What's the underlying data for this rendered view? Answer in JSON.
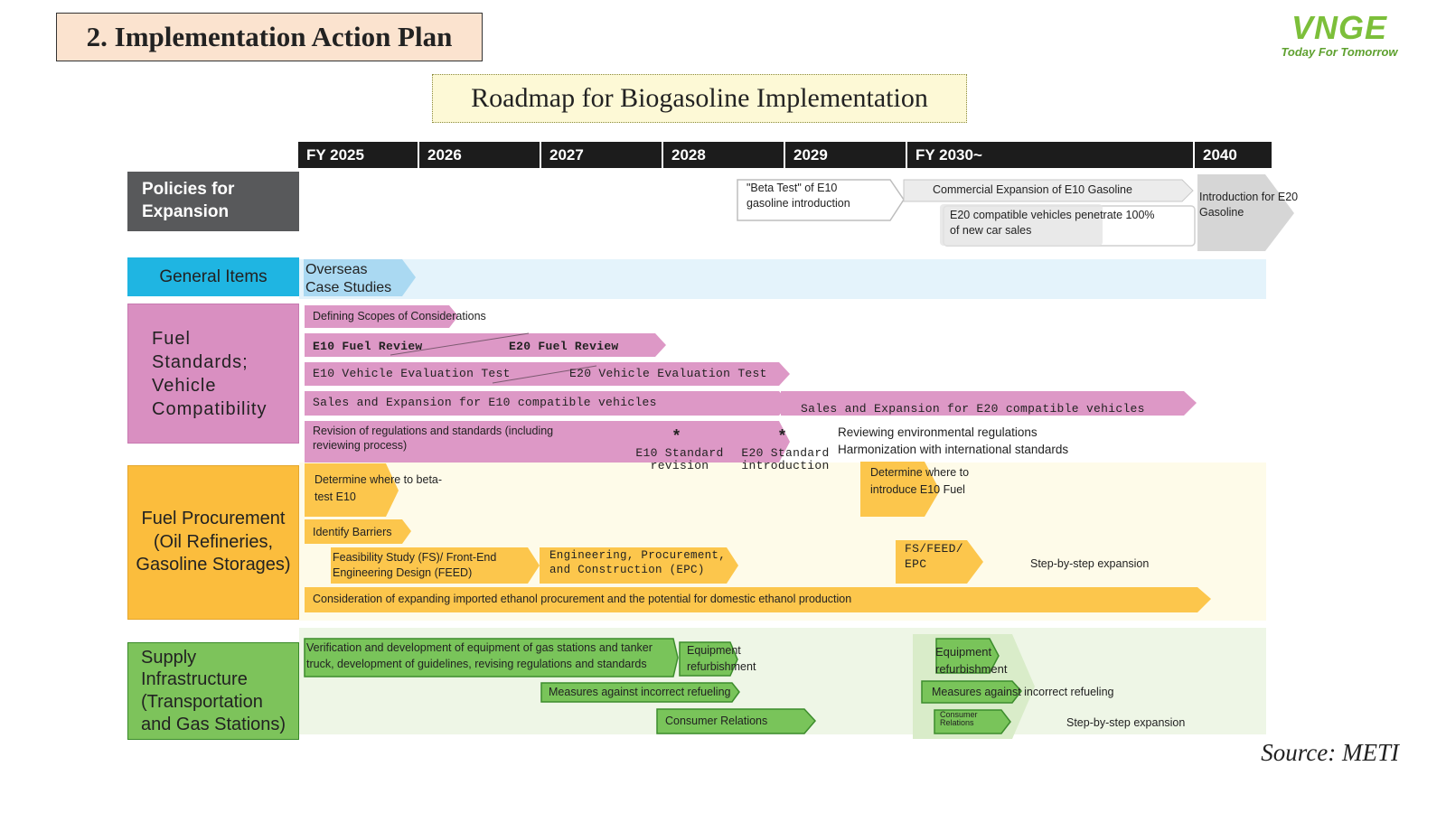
{
  "slide_title": "2. Implementation Action Plan",
  "logo": {
    "mark": "VNGE",
    "tagline": "Today For Tomorrow"
  },
  "roadmap_title": "Roadmap for Biogasoline Implementation",
  "years": [
    "FY 2025",
    "2026",
    "2027",
    "2028",
    "2029",
    "FY 2030~",
    "2040"
  ],
  "categories": {
    "policies": "Policies for Expansion",
    "general": "General Items",
    "fuel_standards": "Fuel Standards; Vehicle Compatibility",
    "procurement": "Fuel Procurement (Oil Refineries, Gasoline Storages)",
    "supply": "Supply Infrastructure (Transportation and Gas Stations)"
  },
  "policies": {
    "beta_test": "\"Beta Test\" of E10 gasoline introduction",
    "commercial": "Commercial Expansion of E10 Gasoline",
    "e20_vehicles": "E20 compatible vehicles penetrate 100% of new car sales",
    "e20_intro": "Introduction for E20 Gasoline"
  },
  "general": {
    "overseas": "Overseas Case Studies"
  },
  "fuel_standards": {
    "scopes": "Defining Scopes of Considerations",
    "e10_fuel_review": "E10 Fuel Review",
    "e20_fuel_review": "E20 Fuel Review",
    "e10_vehicle_test": "E10 Vehicle Evaluation Test",
    "e20_vehicle_test": "E20 Vehicle Evaluation Test",
    "e10_sales": "Sales and Expansion for E10 compatible vehicles",
    "e20_sales": "Sales and Expansion for E20 compatible vehicles",
    "revision": "Revision of regulations and standards (including reviewing process)",
    "e10_standard": "E10 Standard revision",
    "e20_standard": "E20 Standard introduction",
    "env_regs": "Reviewing environmental regulations",
    "harmonization": "Harmonization with international standards",
    "star": "*"
  },
  "procurement": {
    "beta_test_location": "Determine where to beta-test E10",
    "barriers": "Identify Barriers",
    "fs_feed": "Feasibility Study (FS)/ Front-End Engineering Design (FEED)",
    "epc": "Engineering, Procurement, and Construction (EPC)",
    "e10_location": "Determine where to introduce E10 Fuel",
    "fs_feed_epc": "FS/FEED/ EPC",
    "step_by_step": "Step-by-step expansion",
    "ethanol": "Consideration of expanding imported ethanol procurement and the potential for domestic ethanol production"
  },
  "supply": {
    "verification": "Verification and development of equipment of gas stations and tanker truck, development of guidelines, revising regulations and standards",
    "equipment_1": "Equipment refurbishment",
    "measures_1": "Measures against incorrect refueling",
    "consumer_1": "Consumer Relations",
    "equipment_2": "Equipment refurbishment",
    "measures_2": "Measures against incorrect refueling",
    "consumer_2": "Consumer Relations",
    "step_by_step": "Step-by-step expansion"
  },
  "source": "Source: METI",
  "colors": {
    "policies_header": "#58595b",
    "general_header": "#1fb5e2",
    "fuel_header": "#d98fc1",
    "procurement_header": "#fbbd3d",
    "supply_header": "#7dc35b",
    "pink_bar": "#dd98c6",
    "orange_bar": "#fcc64c",
    "green_bar": "#79c45a"
  }
}
